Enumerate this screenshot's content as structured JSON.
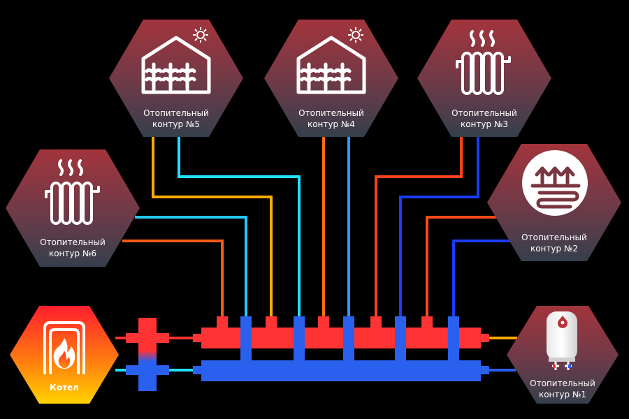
{
  "nodes": {
    "boiler": {
      "label": "Котел"
    },
    "circuit1": {
      "line1": "Отопительный",
      "line2": "контур  №1"
    },
    "circuit2": {
      "line1": "Отопительный",
      "line2": "контур  №2"
    },
    "circuit3": {
      "line1": "Отопительный",
      "line2": "контур  №3"
    },
    "circuit4": {
      "line1": "Отопительный",
      "line2": "контур  №4"
    },
    "circuit5": {
      "line1": "Отопительный",
      "line2": "контур  №5"
    },
    "circuit6": {
      "line1": "Отопительный",
      "line2": "контур  №6"
    }
  },
  "colors": {
    "background": "#000000",
    "supply": "#ff3333",
    "return": "#2266ee",
    "supply_pipe_hot": "#ff4010",
    "supply_pipe_warm": "#ffb000",
    "return_pipe_cyan": "#22e0ff",
    "return_pipe_blue": "#1a3cff",
    "hex_top": "#9a3a40",
    "hex_bottom": "#3a4452",
    "boiler_top": "#ff2030",
    "boiler_bottom": "#ffd000"
  },
  "icons": {
    "circuit1": "water-heater-icon",
    "circuit2": "underfloor-heating-icon",
    "circuit3": "radiator-icon",
    "circuit4": "greenhouse-icon",
    "circuit5": "greenhouse-icon",
    "circuit6": "radiator-icon",
    "boiler": "flame-icon"
  }
}
